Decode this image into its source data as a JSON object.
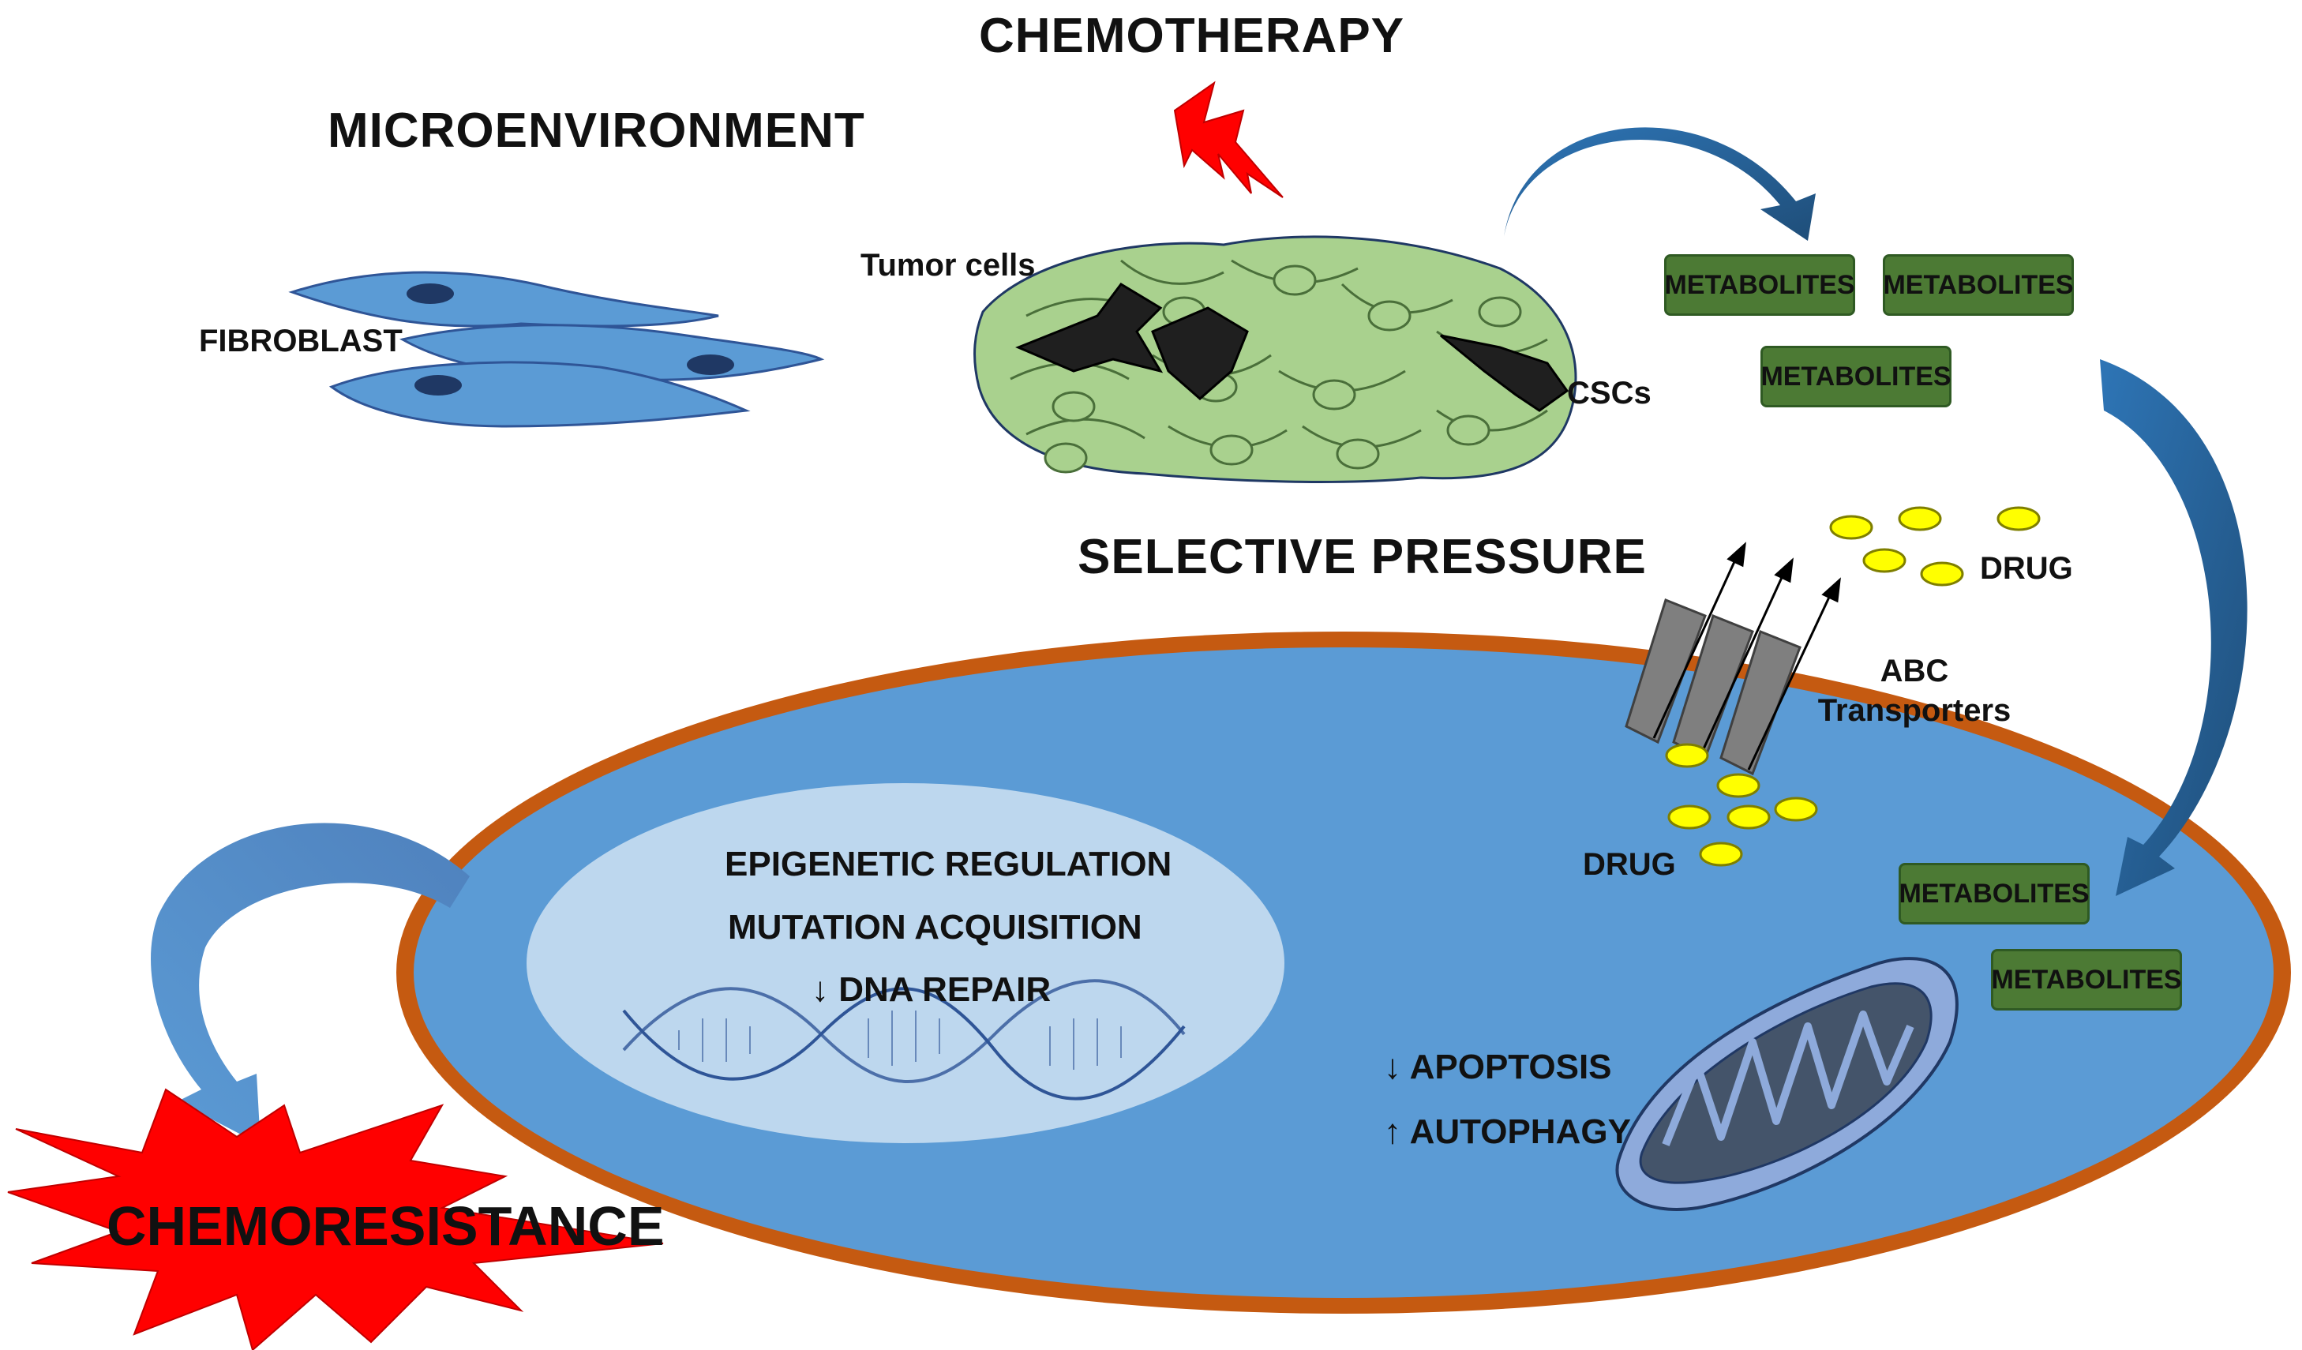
{
  "labels": {
    "chemotherapy": "CHEMOTHERAPY",
    "microenvironment": "MICROENVIRONMENT",
    "fibroblast": "FIBROBLAST",
    "tumor_cells": "Tumor cells",
    "cscs": "CSCs",
    "selective_pressure": "SELECTIVE PRESSURE",
    "drug_outside": "DRUG",
    "abc_line1": "ABC",
    "abc_line2": "Transporters",
    "drug_inside": "DRUG",
    "epigenetic": "EPIGENETIC REGULATION",
    "mutation": "MUTATION ACQUISITION",
    "dna_repair": "↓ DNA REPAIR",
    "apoptosis": "↓ APOPTOSIS",
    "autophagy": "↑ AUTOPHAGY",
    "chemoresistance": "CHEMORESISTANCE"
  },
  "metabolites": [
    "METABOLITES",
    "METABOLITES",
    "METABOLITES",
    "METABOLITES",
    "METABOLITES"
  ],
  "colors": {
    "cell_fill": "#5b9bd5",
    "cell_membrane": "#c55a11",
    "nucleus": "#bdd7ee",
    "fibroblast": "#5b9bd5",
    "tumor_cell": "#a9d18e",
    "csc": "#1f1f1f",
    "metabolite_box": "#4c7a34",
    "drug": "#ffff00",
    "transporter": "#7f7f7f",
    "arrow": "#1f4e79",
    "burst": "#ff0000"
  }
}
